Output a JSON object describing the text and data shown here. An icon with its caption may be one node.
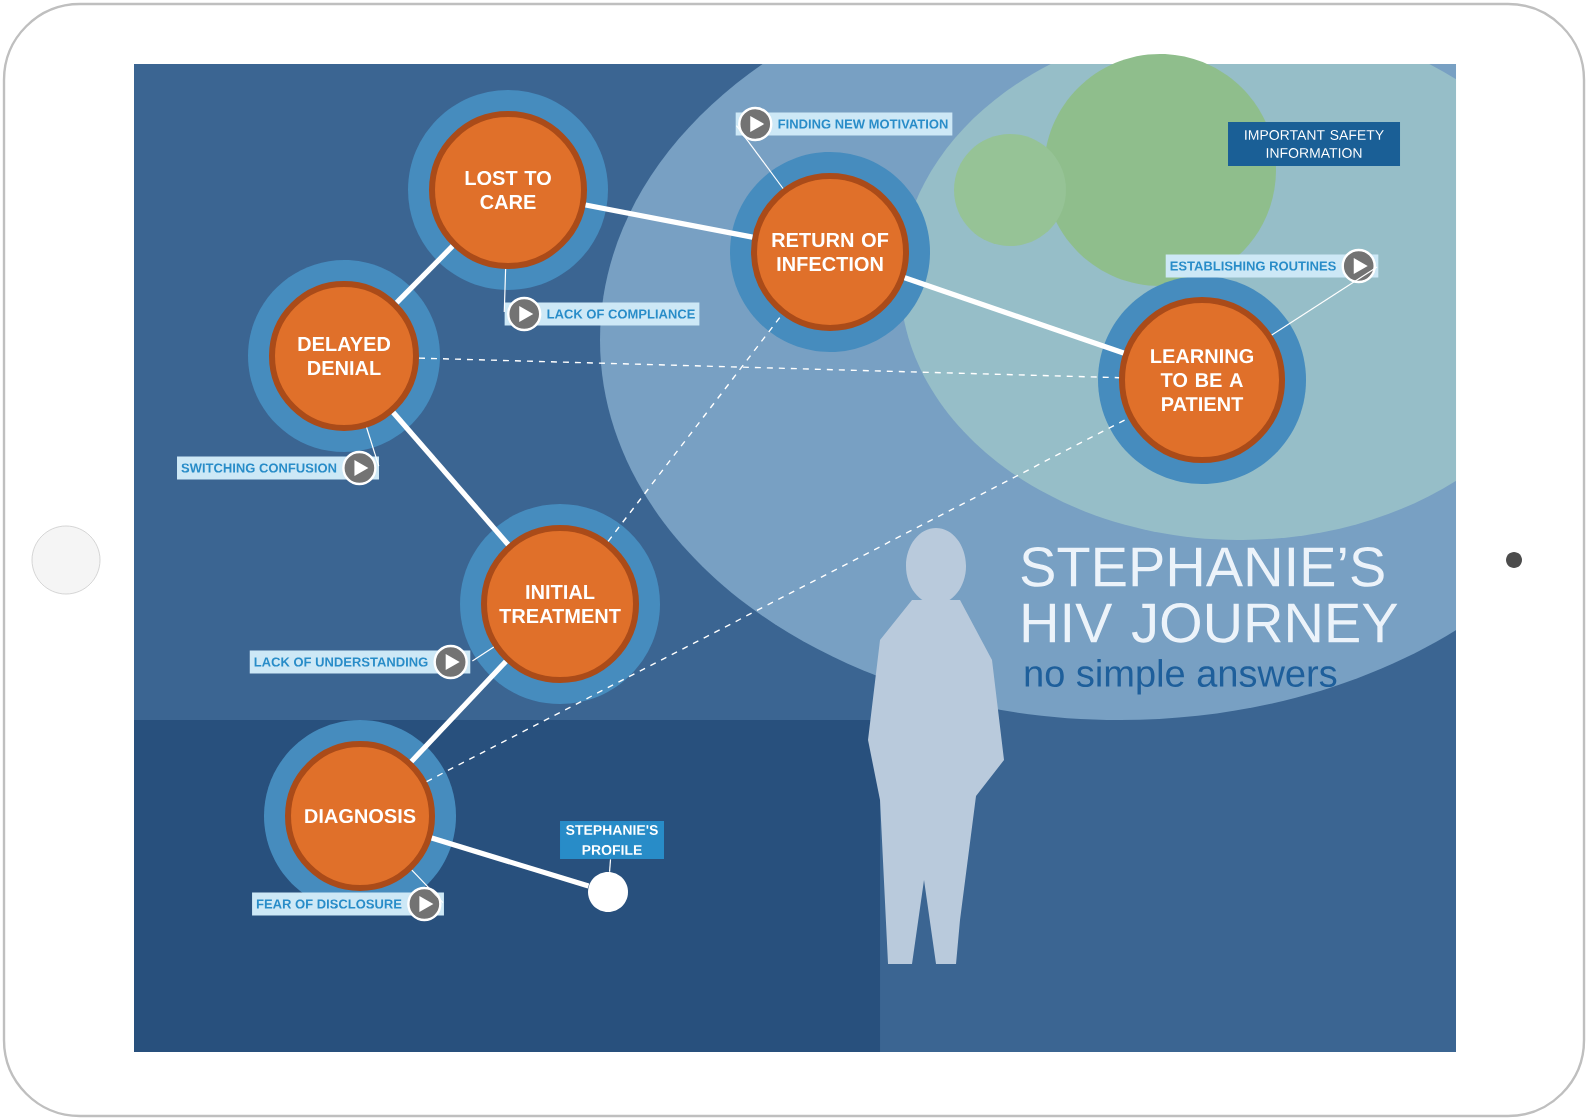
{
  "diagram": {
    "title": "STEPHANIE’S HIV JOURNEY",
    "nodes": [
      {
        "text": [
          "LOST TO CARE"
        ]
      },
      {
        "text": [
          "RETURN OF INFECTION"
        ]
      },
      {
        "text": [
          "LEARNING TO BE A PATIENT"
        ]
      },
      {
        "text": [
          "DELAYED DENIAL"
        ]
      },
      {
        "text": [
          "INITIAL TREATMENT"
        ]
      },
      {
        "text": [
          "DIAGNOSIS"
        ]
      },
      {
        "text": [
          "STEPHANIE'S PROFILE"
        ]
      },
      {
        "text": [],
        "shape": "circle"
      },
      {
        "text": [
          "FINDING NEW MOTIVATION"
        ]
      },
      {
        "text": [
          "LACK OF COMPLIANCE"
        ]
      },
      {
        "text": [
          "ESTABLISHING ROUTINES"
        ]
      },
      {
        "text": [
          "SWITCHING CONFUSION"
        ]
      },
      {
        "text": [
          "LACK OF UNDERSTANDING"
        ]
      },
      {
        "text": [
          "FEAR OF DISCLOSURE"
        ]
      },
      {
        "text": [
          "IMPORTANT SAFETY INFORMATION"
        ]
      }
    ],
    "edges": [
      {
        "from": 3,
        "to": 0,
        "arrow": "none",
        "style": "thick"
      },
      {
        "from": 0,
        "to": 1,
        "arrow": "none",
        "style": "thick"
      },
      {
        "from": 1,
        "to": 2,
        "arrow": "none",
        "style": "thick"
      },
      {
        "from": 3,
        "to": 4,
        "arrow": "none",
        "style": "thick"
      },
      {
        "from": 4,
        "to": 5,
        "arrow": "none",
        "style": "thick"
      },
      {
        "from": 5,
        "to": 7,
        "arrow": "none",
        "style": "thick"
      },
      {
        "from": 6,
        "to": 7,
        "arrow": "none"
      },
      {
        "from": 8,
        "to": 1,
        "arrow": "none"
      },
      {
        "from": 9,
        "to": 0,
        "arrow": "none"
      },
      {
        "from": 10,
        "to": 2,
        "arrow": "none"
      },
      {
        "from": 11,
        "to": 3,
        "arrow": "none"
      },
      {
        "from": 12,
        "to": 4,
        "arrow": "none"
      },
      {
        "from": 13,
        "to": 5,
        "arrow": "none"
      },
      {
        "from": 3,
        "to": 2,
        "arrow": "none",
        "style": "dashed"
      },
      {
        "from": 5,
        "to": 2,
        "arrow": "none",
        "style": "dashed"
      },
      {
        "from": 4,
        "to": 1,
        "arrow": "none",
        "style": "dashed"
      }
    ],
    "labels": [
      "no simple answers"
    ]
  }
}
